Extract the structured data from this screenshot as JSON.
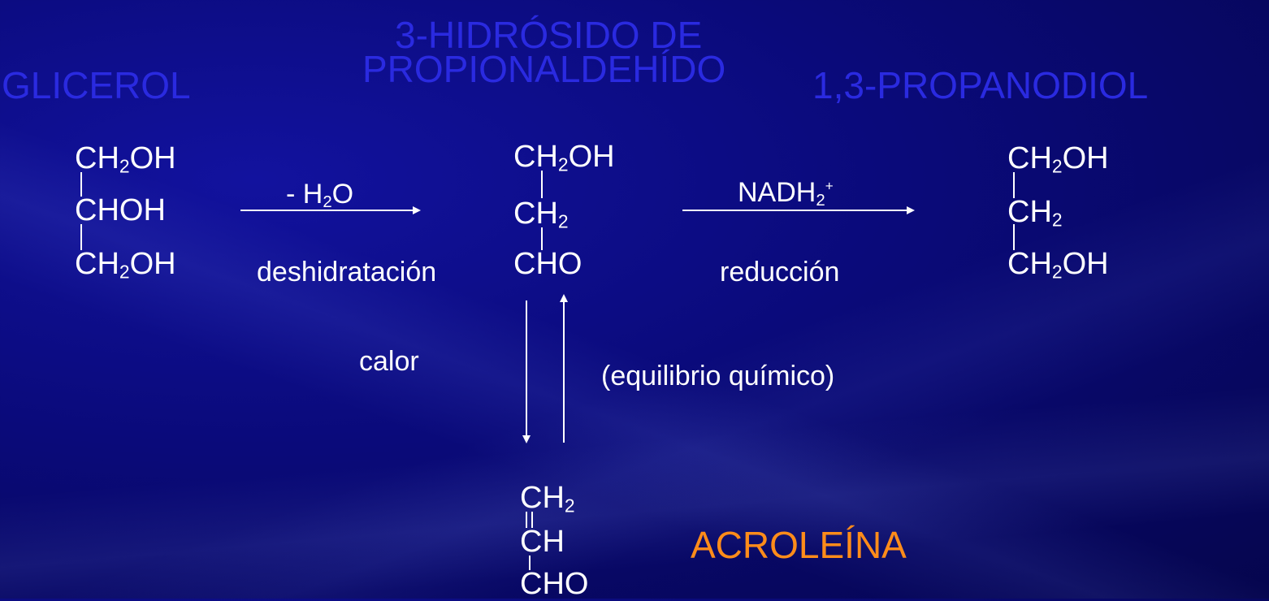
{
  "titles": {
    "glicerol": "GLICEROL",
    "hidrosido_line1": "3-HIDRÓSIDO DE",
    "hidrosido_line2": "PROPIONALDEHÍDO",
    "propanodiol": "1,3-PROPANODIOL",
    "acroleina": "ACROLEÍNA"
  },
  "glicerol": {
    "row1": {
      "a": "CH",
      "sub": "2",
      "b": "OH"
    },
    "row2": {
      "a": "CHOH"
    },
    "row3": {
      "a": "CH",
      "sub": "2",
      "b": "OH"
    }
  },
  "reaction1": {
    "reagent_a": "- H",
    "reagent_sub": "2",
    "reagent_b": "O",
    "label": "deshidratación"
  },
  "hpa": {
    "row1": {
      "a": "CH",
      "sub": "2",
      "b": "OH"
    },
    "row2": {
      "a": "CH",
      "sub": "2"
    },
    "row3": {
      "a": "CHO"
    }
  },
  "reaction2": {
    "reagent_a": "NADH",
    "reagent_sub": "2",
    "reagent_sup": "+",
    "label": "reducción"
  },
  "propanodiol": {
    "row1": {
      "a": "CH",
      "sub": "2",
      "b": "OH"
    },
    "row2": {
      "a": "CH",
      "sub": "2"
    },
    "row3": {
      "a": "CH",
      "sub": "2",
      "b": "OH"
    }
  },
  "equilibrium": {
    "left_label": "calor",
    "right_label": "(equilibrio químico)"
  },
  "acroleina": {
    "row1": {
      "a": "CH",
      "sub": "2"
    },
    "row2": {
      "a": "CH"
    },
    "row3": {
      "a": "CHO"
    }
  },
  "colors": {
    "background": "#0a0a7a",
    "title": "#2a2ae0",
    "text": "#ffffff",
    "highlight": "#ff8c1a"
  }
}
